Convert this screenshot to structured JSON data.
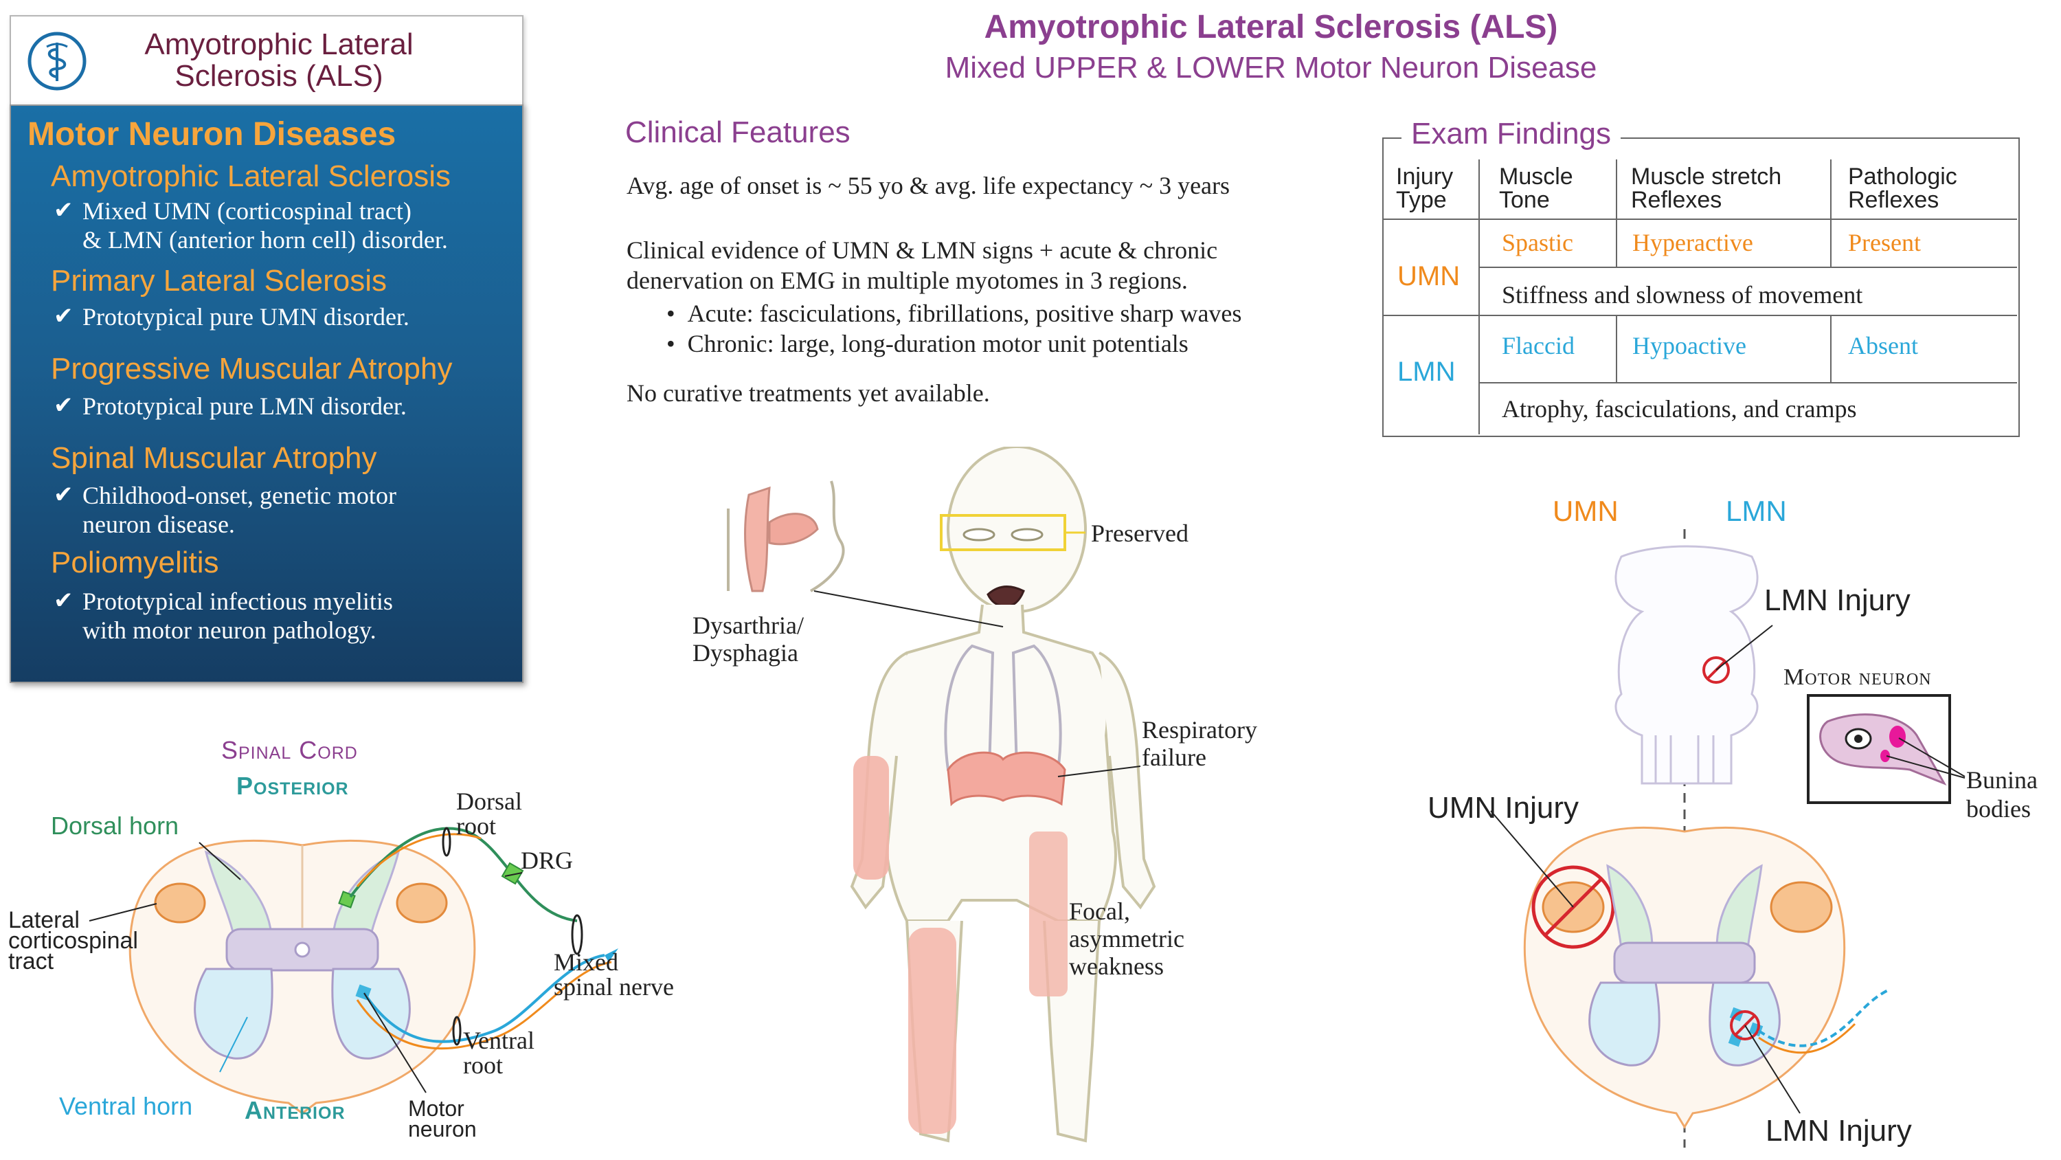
{
  "header_card": {
    "title_line1": "Amyotrophic Lateral",
    "title_line2": "Sclerosis (ALS)"
  },
  "panel": {
    "heading": "Motor Neuron Diseases",
    "items": [
      {
        "title": "Amyotrophic Lateral Sclerosis",
        "lines": [
          "Mixed UMN (corticospinal tract)",
          "& LMN (anterior horn cell) disorder."
        ]
      },
      {
        "title": "Primary Lateral Sclerosis",
        "lines": [
          "Prototypical pure UMN disorder."
        ]
      },
      {
        "title": "Progressive Muscular Atrophy",
        "lines": [
          "Prototypical pure LMN disorder."
        ]
      },
      {
        "title": "Spinal Muscular Atrophy",
        "lines": [
          "Childhood-onset, genetic motor",
          "neuron disease."
        ]
      },
      {
        "title": "Poliomyelitis",
        "lines": [
          "Prototypical infectious myelitis",
          "with motor neuron pathology."
        ]
      }
    ],
    "check_glyph": "✔"
  },
  "title": {
    "main": "Amyotrophic Lateral Sclerosis (ALS)",
    "subtitle": "Mixed UPPER & LOWER Motor Neuron Disease"
  },
  "clinical": {
    "heading": "Clinical Features",
    "line1": "Avg. age of onset is ~ 55 yo & avg. life expectancy ~ 3 years",
    "line2a": "Clinical evidence of UMN & LMN signs + acute & chronic",
    "line2b": "denervation on EMG in multiple myotomes in 3 regions.",
    "bullet1": "Acute: fasciculations, fibrillations, positive sharp waves",
    "bullet2": "Chronic: large, long-duration motor unit potentials",
    "line3": "No curative treatments yet available."
  },
  "exam": {
    "heading": "Exam Findings",
    "headers": [
      "Injury Type",
      "Muscle Tone",
      "Muscle stretch Reflexes",
      "Pathologic Reflexes"
    ],
    "umn": {
      "label": "UMN",
      "tone": "Spastic",
      "reflexes": "Hyperactive",
      "pathologic": "Present",
      "note": "Stiffness and slowness of movement"
    },
    "lmn": {
      "label": "LMN",
      "tone": "Flaccid",
      "reflexes": "Hypoactive",
      "pathologic": "Absent",
      "note": "Atrophy, fasciculations, and cramps"
    }
  },
  "body_figure": {
    "preserved": "Preserved",
    "dysarthria1": "Dysarthria/",
    "dysarthria2": "Dysphagia",
    "resp1": "Respiratory",
    "resp2": "failure",
    "focal1": "Focal,",
    "focal2": "asymmetric",
    "focal3": "weakness"
  },
  "spinal_cord": {
    "title": "Spinal Cord",
    "posterior": "Posterior",
    "anterior": "Anterior",
    "dorsal_horn": "Dorsal horn",
    "ventral_horn": "Ventral horn",
    "lct1": "Lateral",
    "lct2": "corticospinal",
    "lct3": "tract",
    "dorsal_root1": "Dorsal",
    "dorsal_root2": "root",
    "drg": "DRG",
    "mixed1": "Mixed",
    "mixed2": "spinal nerve",
    "ventral_root1": "Ventral",
    "ventral_root2": "root",
    "motor_neuron1": "Motor",
    "motor_neuron2": "neuron"
  },
  "lesion_diagram": {
    "umn": "UMN",
    "lmn": "LMN",
    "lmn_injury_top": "LMN Injury",
    "umn_injury": "UMN Injury",
    "lmn_injury_bottom": "LMN Injury",
    "motor_neuron": "Motor neuron",
    "bunina1": "Bunina",
    "bunina2": "bodies"
  },
  "colors": {
    "purple": "#8b3f8f",
    "orange": "#f08a1c",
    "blue": "#2aa7d9",
    "teal": "#2c9a9a",
    "green": "#2f8f5b",
    "panel_top": "#1a6fa6",
    "panel_bottom": "#153d63"
  }
}
